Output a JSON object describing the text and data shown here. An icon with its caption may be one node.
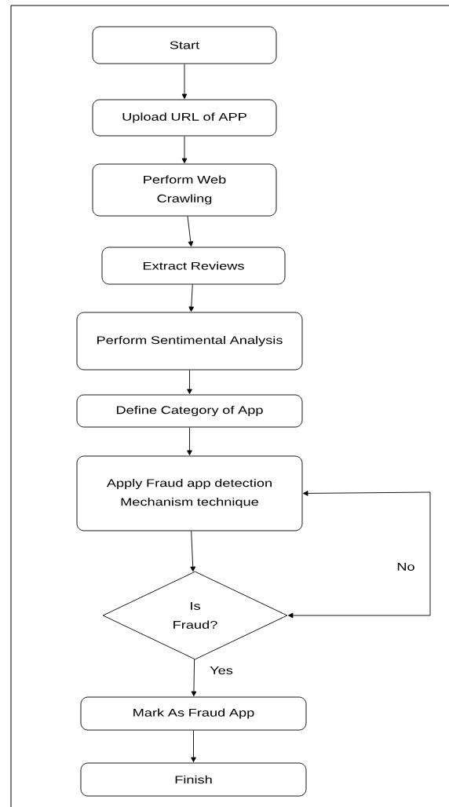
{
  "diagram": {
    "nodes": [
      {
        "text": [
          "Start"
        ]
      },
      {
        "text": [
          "Upload URL of APP"
        ]
      },
      {
        "text": [
          "Perform Web Crawling"
        ]
      },
      {
        "text": [
          "Extract Reviews"
        ]
      },
      {
        "text": [
          "Perform Sentimental Analysis"
        ]
      },
      {
        "text": [
          "Define Category of App"
        ]
      },
      {
        "text": [
          "Apply Fraud app detection Mechanism technique"
        ]
      },
      {
        "text": [
          "Is Fraud?"
        ]
      },
      {
        "text": [
          "Mark As Fraud App"
        ]
      },
      {
        "text": [
          "Finish"
        ]
      }
    ],
    "edges": [
      {
        "from": 0,
        "to": 1,
        "arrow": "to"
      },
      {
        "from": 1,
        "to": 2,
        "arrow": "to"
      },
      {
        "from": 2,
        "to": 3,
        "arrow": "to"
      },
      {
        "from": 3,
        "to": 4,
        "arrow": "to"
      },
      {
        "from": 4,
        "to": 5,
        "arrow": "to"
      },
      {
        "from": 5,
        "to": 6,
        "arrow": "to"
      },
      {
        "from": 6,
        "to": 7,
        "arrow": "to"
      },
      {
        "from": 7,
        "to": 8,
        "arrow": "to",
        "label": "Yes"
      },
      {
        "from": 8,
        "to": 9,
        "arrow": "to"
      },
      {
        "from": 7,
        "to": 6,
        "arrow": "both",
        "label": "No"
      }
    ]
  }
}
